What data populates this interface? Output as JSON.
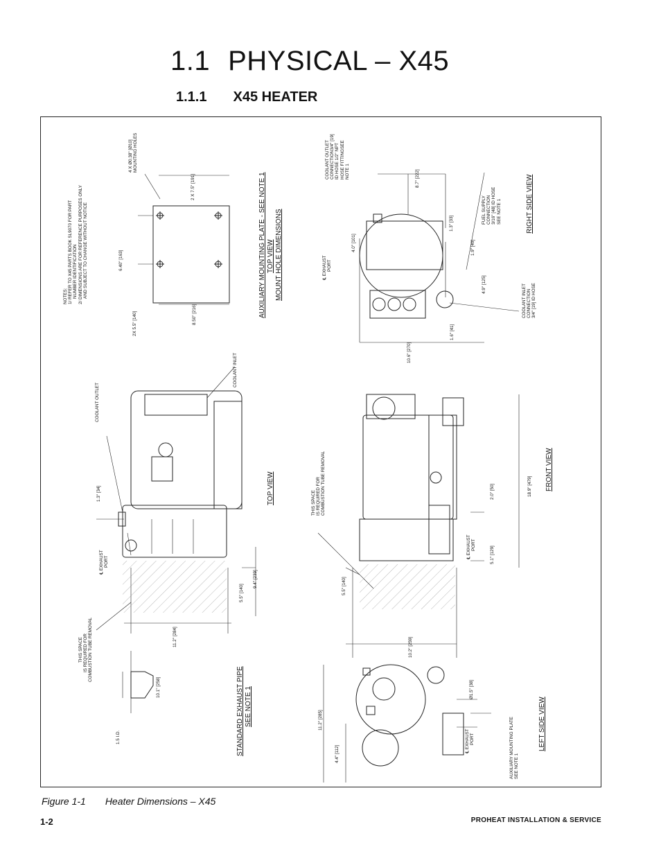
{
  "section": {
    "number": "1.1",
    "title": "PHYSICAL – X45"
  },
  "subsection": {
    "number": "1.1.1",
    "title": "X45 HEATER"
  },
  "notes": {
    "heading": "NOTES:",
    "n1a": "1/ REFER TO X45 PARTS BOOK SL9070 FOR PART",
    "n1b": "NUMBER IDENTIFICATION",
    "n2a": "2/ DIMENSIONS ARE FOR REFERENCE PURPOSES ONLY",
    "n2b": "AND SUBJECT TO CHANGE WITHOUT NOTICE"
  },
  "mount_plate": {
    "holes": "4 X Ø0.38\" [Ø10]",
    "holes2": "MOUNTING HOLES",
    "d1": "2 X 7.5\" [191]",
    "d2": "6.40\" [163]",
    "d3": "2X 5.5\" [140]",
    "d4": "8.50\" [216]",
    "t1": "AUXILIARY MOUNTING PLATE - SEE NOTE 1",
    "t2": "TOP VIEW",
    "t3": "MOUNT HOLE DIMENSIONS"
  },
  "top_view": {
    "coolant_outlet": "COOLANT OUTLET",
    "coolant_inlet": "COOLANT INLET",
    "d1": "1.3\" [34]",
    "exhaust1": "℄ EXHAUST",
    "exhaust2": "PORT",
    "d2": "5.5\" [140]",
    "d3": "9.4\" [239]",
    "d4": "11.2\" [284]",
    "space1": "THIS SPACE",
    "space2": "IS REQUIRED FOR",
    "space3": "COMBUSTION TUBE REMOVAL",
    "title": "TOP VIEW"
  },
  "exhaust_pipe": {
    "d1": "10.1\" [258]",
    "id": "1.5 I.D.",
    "t1": "STANDARD EXHAUST PIPE",
    "t2": "SEE NOTE 1"
  },
  "right_view": {
    "co1": "COOLANT OUTLET",
    "co2": "CONNECTION3/4\" [19]",
    "co3": "ID HOSE 1/2\" NPT",
    "co4": "HOSE FITTINGSEE",
    "co5": "NOTE 1",
    "d1": "8.7\" [222]",
    "d2": "4.0\" [101]",
    "ex1": "℄ EXHAUST",
    "ex2": "PORT",
    "d3": "1.3\" [33]",
    "fs1": "FUEL SUPPLY",
    "fs2": "CONNECTION",
    "fs3": "3/16\" [48] ID HOSE",
    "fs4": "SEE NOTE 1",
    "d4": "1.9\" [49]",
    "d5": "4.9\" [125]",
    "ci1": "COOLANT INLET",
    "ci2": "CONNECTION",
    "ci3": "3/4\" [19] ID HOSE",
    "d6": "1.6\" [41]",
    "d7": "10.6\" [270]",
    "title": "RIGHT SIDE VIEW"
  },
  "front_view": {
    "space1": "THIS SPACE",
    "space2": "IS REQUIRED FOR",
    "space3": "COMBUSTION TUBE REMOVAL",
    "d1": "2.0\" [50]",
    "ex1": "℄ EXHAUST",
    "ex2": "PORT",
    "d2": "5.1\" [129]",
    "d3": "18.9\" [479]",
    "d4": "5.5\" [140]",
    "d5": "10.2\" [259]",
    "title": "FRONT VIEW"
  },
  "left_view": {
    "d1": "11.2\" [285]",
    "d2": "4.4\" [112]",
    "d3": "Ø1.5\" [38]",
    "ex1": "℄ EXHAUST",
    "ex2": "PORT",
    "am1": "AUXILIARY MOUNTING PLATE",
    "am2": "SEE NOTE 1",
    "title": "LEFT SIDE VIEW"
  },
  "caption": {
    "label": "Figure 1-1",
    "text": "Heater Dimensions – X45"
  },
  "page_number": "1-2",
  "footer": "PROHEAT INSTALLATION & SERVICE"
}
